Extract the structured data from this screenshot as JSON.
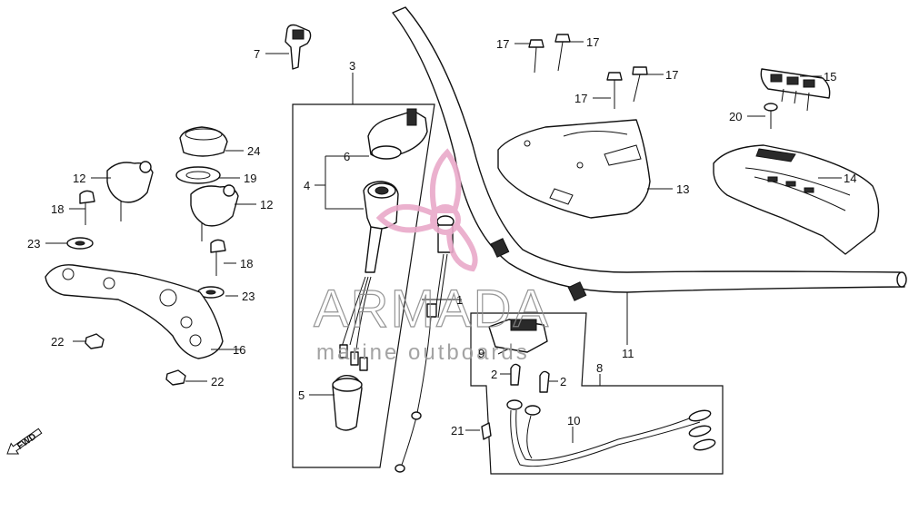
{
  "callouts": [
    "1",
    "2",
    "2",
    "3",
    "4",
    "5",
    "6",
    "7",
    "8",
    "9",
    "10",
    "11",
    "12",
    "12",
    "13",
    "14",
    "15",
    "16",
    "17",
    "17",
    "17",
    "17",
    "18",
    "18",
    "19",
    "20",
    "21",
    "22",
    "22",
    "23",
    "23",
    "24"
  ],
  "direction_label": "FWD",
  "watermark": {
    "brand": "ARMADA",
    "tagline": "marine outboards",
    "logo_color": "#e9a9c9"
  }
}
